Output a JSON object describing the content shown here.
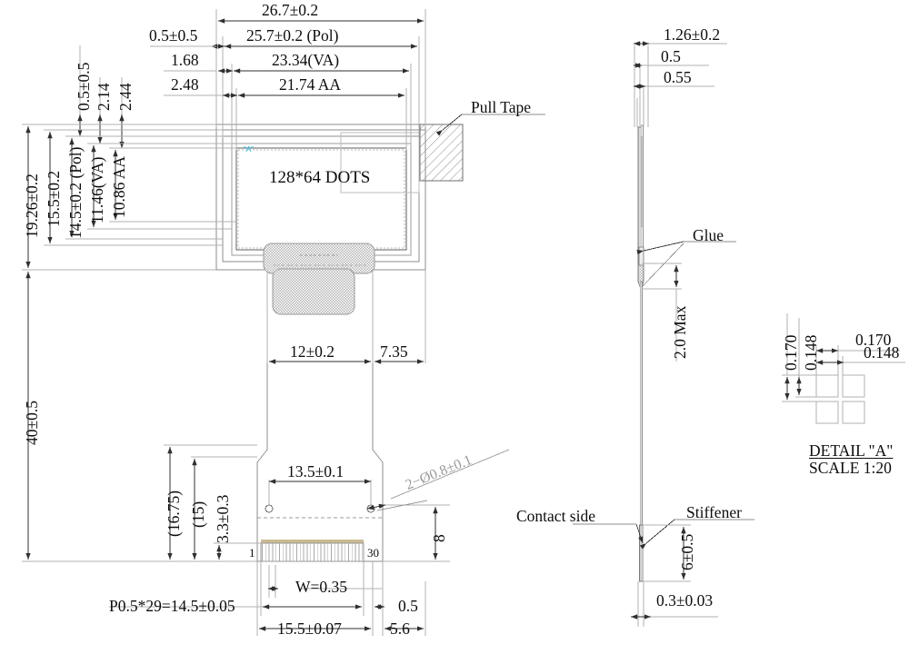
{
  "drawing": {
    "title": "OLED module mechanical outline drawing",
    "display_label": "128*64 DOTS",
    "detail_marker": "\"A\"",
    "colors": {
      "line": "#8d8d8d",
      "line_dark": "#3a3a3a",
      "text": "#0d0d0d",
      "hatch": "#a8a8a8",
      "pad_band": "#c9bb90",
      "marker_cyan": "#13c4e8",
      "dim_light": "#9a9a9a",
      "background": "#ffffff"
    }
  },
  "front_view": {
    "horizontal_dims": [
      {
        "id": "outline-width",
        "text": "26.7±0.2"
      },
      {
        "id": "pol-width",
        "text": "25.7±0.2 (Pol)"
      },
      {
        "id": "va-width",
        "text": "23.34(VA)"
      },
      {
        "id": "aa-width",
        "text": "21.74 AA"
      }
    ],
    "left_offsets": [
      {
        "id": "offset-05",
        "text": "0.5±0.5"
      },
      {
        "id": "offset-168",
        "text": "1.68"
      },
      {
        "id": "offset-248",
        "text": "2.48"
      }
    ],
    "top_offsets_vertical": [
      {
        "id": "top-offset-05",
        "text": "0.5±0.5"
      },
      {
        "id": "top-offset-214",
        "text": "2.14"
      },
      {
        "id": "top-offset-244",
        "text": "2.44"
      }
    ],
    "vertical_dims": [
      {
        "id": "outline-height",
        "text": "19.26±0.2"
      },
      {
        "id": "glass-height",
        "text": "15.5±0.2"
      },
      {
        "id": "pol-height",
        "text": "14.5±0.2 (Pol)"
      },
      {
        "id": "va-height",
        "text": "11.46(VA)"
      },
      {
        "id": "aa-height",
        "text": "10.86 AA"
      }
    ],
    "total_length": "40±0.5",
    "callouts": [
      {
        "id": "pull-tape",
        "text": "Pull Tape"
      }
    ]
  },
  "fpc": {
    "dims": [
      {
        "id": "fpc-left-width",
        "text": "12±0.2"
      },
      {
        "id": "fpc-right-offset",
        "text": "7.35"
      },
      {
        "id": "pad-zone-width",
        "text": "13.5±0.1"
      },
      {
        "id": "hole-note",
        "text": "2−Ø0.8±0.1"
      },
      {
        "id": "stack-1675",
        "text": "(16.75)"
      },
      {
        "id": "stack-15",
        "text": "(15)"
      },
      {
        "id": "stack-33",
        "text": "3.3±0.3"
      },
      {
        "id": "tail-height-8",
        "text": "8"
      },
      {
        "id": "pitch-note",
        "text": "P0.5*29=14.5±0.05"
      },
      {
        "id": "pad-width",
        "text": "W=0.35"
      },
      {
        "id": "edge-05",
        "text": "0.5"
      },
      {
        "id": "fpc-width-total",
        "text": "15.5±0.07"
      },
      {
        "id": "fpc-right-56",
        "text": "5.6"
      }
    ],
    "pin_first": "1",
    "pin_last": "30",
    "pin_count": 30
  },
  "side_view": {
    "dims": [
      {
        "id": "total-thickness",
        "text": "1.26±0.2"
      },
      {
        "id": "thk-05",
        "text": "0.5"
      },
      {
        "id": "thk-055",
        "text": "0.55"
      },
      {
        "id": "bend-max",
        "text": "2.0 Max"
      },
      {
        "id": "stiffener-len",
        "text": "6±0.5"
      },
      {
        "id": "fpc-thickness",
        "text": "0.3±0.03"
      }
    ],
    "callouts": [
      {
        "id": "glue",
        "text": "Glue"
      },
      {
        "id": "contact-side",
        "text": "Contact side"
      },
      {
        "id": "stiffener",
        "text": "Stiffener"
      }
    ]
  },
  "detail_a": {
    "title": "DETAIL \"A\"",
    "scale": "SCALE 1:20",
    "dims": [
      {
        "id": "pixel-pitch-v",
        "text": "0.170"
      },
      {
        "id": "pixel-size-v",
        "text": "0.148"
      },
      {
        "id": "pixel-pitch-h",
        "text": "0.170"
      },
      {
        "id": "pixel-size-h",
        "text": "0.148"
      }
    ]
  }
}
